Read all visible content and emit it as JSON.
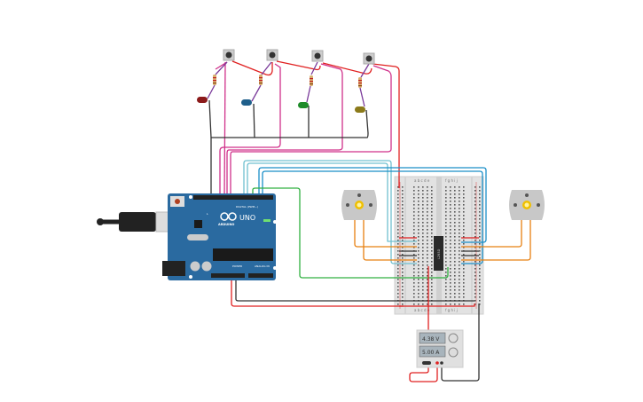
{
  "arduino": {
    "model": "UNO",
    "brand": "ARDUINO",
    "digital_label": "DIGITAL (PWM~)",
    "power_label": "POWER",
    "analog_label": "ANALOG IN",
    "led_label": "L"
  },
  "power_supply": {
    "voltage": "4.38 V",
    "current": "5.00 A"
  },
  "breadboard": {
    "columns_left": "a b c d e",
    "columns_right": "f g h i j"
  },
  "chip": {
    "label": "L293D"
  },
  "leds": [
    {
      "color": "#8b1a1a"
    },
    {
      "color": "#1f5f8b"
    },
    {
      "color": "#1f8b2a"
    },
    {
      "color": "#8b7a1a"
    }
  ],
  "colors": {
    "red_wire": "#e02020",
    "magenta_wire": "#d0308a",
    "black_wire": "#333333",
    "teal_wire": "#70c0d0",
    "blue_wire": "#1a8fc8",
    "green_wire": "#30b040",
    "orange_wire": "#e88010",
    "purple_wire": "#7a3a9a",
    "board": "#2a6aa0"
  }
}
